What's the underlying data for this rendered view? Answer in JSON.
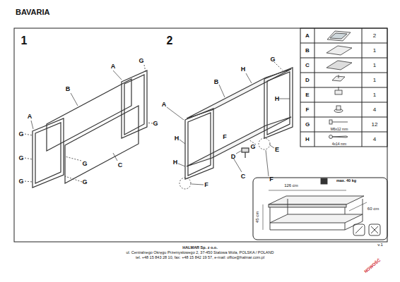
{
  "diagram": {
    "title": "BAVARIA",
    "labels": [
      "1",
      "2",
      "A",
      "G",
      "B",
      "A",
      "G",
      "G",
      "G",
      "C",
      "G",
      "G",
      "G",
      "B",
      "G",
      "H",
      "A",
      "H",
      "F",
      "G",
      "H",
      "E",
      "D",
      "C",
      "H",
      "F",
      "F",
      "A",
      "2",
      "B",
      "1",
      "C",
      "1",
      "D",
      "1",
      "E",
      "1",
      "F",
      "4",
      "G",
      "M6x12 mm",
      "12",
      "H",
      "4x14 mm",
      "4",
      "126 cm",
      "60 cm",
      "45 cm",
      "max. 40 kg",
      "v.1",
      "HALMAR Sp. z o.o.",
      "ul. Centralnego Okręgu Przemysłowego 2, 37-450 Stalowa Wola, POLSKA / POLAND",
      "tel. +48 15 843 28 10, fax: +48 15 842 19 57, e-mail: office@halmar.com.pl",
      "NOWOŚĆ"
    ]
  }
}
